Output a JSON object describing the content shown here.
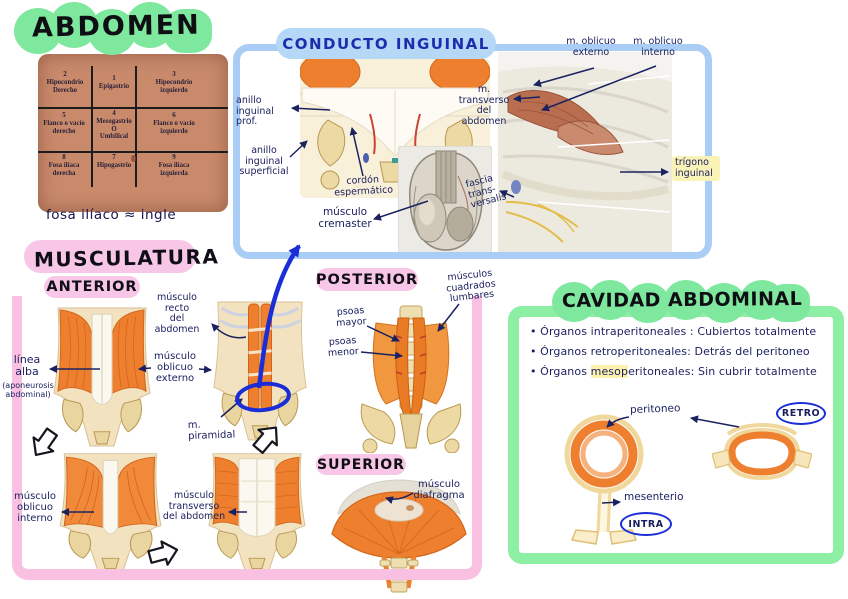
{
  "abdomen": {
    "title": "ABDOMEN",
    "note": "fosa ilíaco ≈ ingle",
    "regions": [
      {
        "num": "2",
        "name": "Hipocondrio\nDerecho"
      },
      {
        "num": "1",
        "name": "Epigastrio"
      },
      {
        "num": "3",
        "name": "Hipocondrio\nizquierdo"
      },
      {
        "num": "5",
        "name": "Flanco o vacío\nderecho"
      },
      {
        "num": "4",
        "name": "Mesogastrio\nO\nUmbilical"
      },
      {
        "num": "6",
        "name": "Flanco o vacío\nizquierdo"
      },
      {
        "num": "8",
        "name": "Fosa ilíaca\nderecha"
      },
      {
        "num": "7",
        "name": "Hipogastrio"
      },
      {
        "num": "9",
        "name": "Fosa ilíaca\nizquierda"
      }
    ]
  },
  "conducto": {
    "title": "CONDUCTO INGUINAL",
    "labels": {
      "anillo_prof": "anillo\ninguinal prof.",
      "anillo_sup": "anillo inguinal\nsuperficial",
      "cordon": "cordón\nespermático",
      "cremaster": "músculo\ncremaster",
      "fascia": "fascia\ntrans-\nversalis",
      "transverso": "m.\ntransverso\ndel abdomen",
      "oblicuo_ext": "m. oblicuo\nexterno",
      "oblicuo_int": "m. oblicuo\ninterno",
      "trigono": "trígono\ninguinal"
    }
  },
  "musculatura": {
    "title": "MUSCULATURA",
    "anterior": {
      "title": "ANTERIOR",
      "labels": {
        "recto": "músculo\nrecto\ndel abdomen",
        "linea_alba": "línea\nalba",
        "linea_alba_sub": "(aponeurosis\nabdominal)",
        "oblicuo_ext": "músculo\noblicuo\nexterno",
        "piramidal": "m. piramidal",
        "oblicuo_int": "músculo\noblicuo\ninterno",
        "transverso": "músculo\ntransverso\ndel abdomen"
      }
    },
    "posterior": {
      "title": "POSTERIOR",
      "labels": {
        "psoas_mayor": "psoas\nmayor",
        "psoas_menor": "psoas\nmenor",
        "cuadrados": "músculos\ncuadrados\nlumbares"
      }
    },
    "superior": {
      "title": "SUPERIOR",
      "labels": {
        "diafragma": "músculo\ndiafragma"
      }
    }
  },
  "cavidad": {
    "title": "CAVIDAD ABDOMINAL",
    "bullets": [
      {
        "a": "•  Órganos intraperitoneales :  Cubiertos totalmente",
        "hl": "",
        "b": ""
      },
      {
        "a": "•  Órganos retroperitoneales:  Detrás del peritoneo",
        "hl": "",
        "b": ""
      },
      {
        "a": "•  Órganos ",
        "hl": "mesop",
        "b": "eritoneales:  Sin cubrir totalmente"
      }
    ],
    "labels": {
      "peritoneo": "peritoneo",
      "mesenterio": "mesenterio",
      "intra": "INTRA",
      "retro": "RETRO"
    }
  },
  "colors": {
    "green_highlight": "#7ee89e",
    "pink_highlight": "#f8c6e6",
    "blue_highlight": "#b5d8f6",
    "blue_border": "#a9cdf4",
    "green_border": "#8cefa4",
    "yellow_highlight": "#faf3b8",
    "ink_navy": "#1c2260",
    "pen_blue": "#1a2ed8",
    "muscle_orange": "#ee7f2e"
  }
}
